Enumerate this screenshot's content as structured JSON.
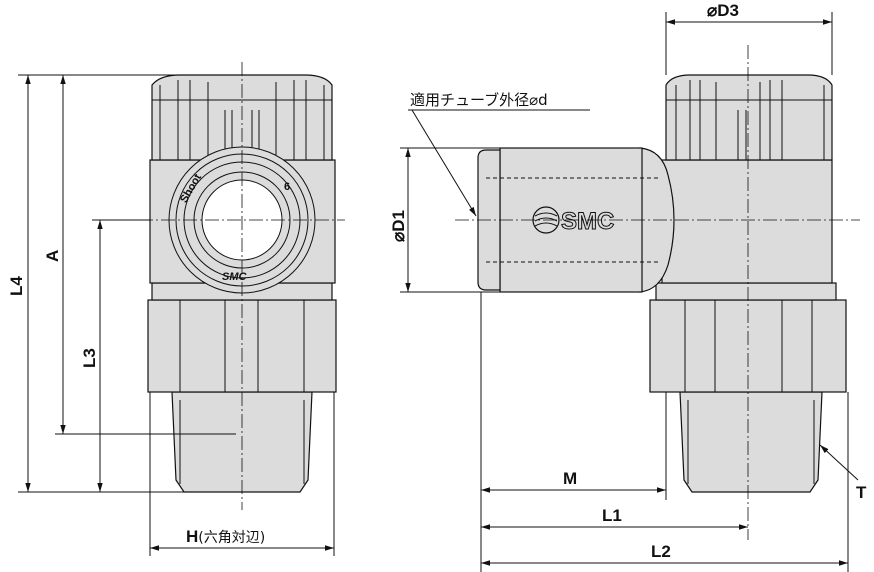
{
  "title": "One-touch fitting dimension drawing",
  "labels": {
    "D3": "⌀D3",
    "tube_od": "適用チューブ外径⌀d",
    "D1": "⌀D1",
    "L4": "L4",
    "A": "A",
    "L3": "L3",
    "H": "H",
    "H_note": "(六角対辺)",
    "M": "M",
    "L1": "L1",
    "L2": "L2",
    "T": "T"
  },
  "logo": "SMC",
  "ring_markings": [
    "Shoot",
    "6"
  ],
  "colors": {
    "part_fill": "#dcdcdc",
    "line": "#111111"
  }
}
